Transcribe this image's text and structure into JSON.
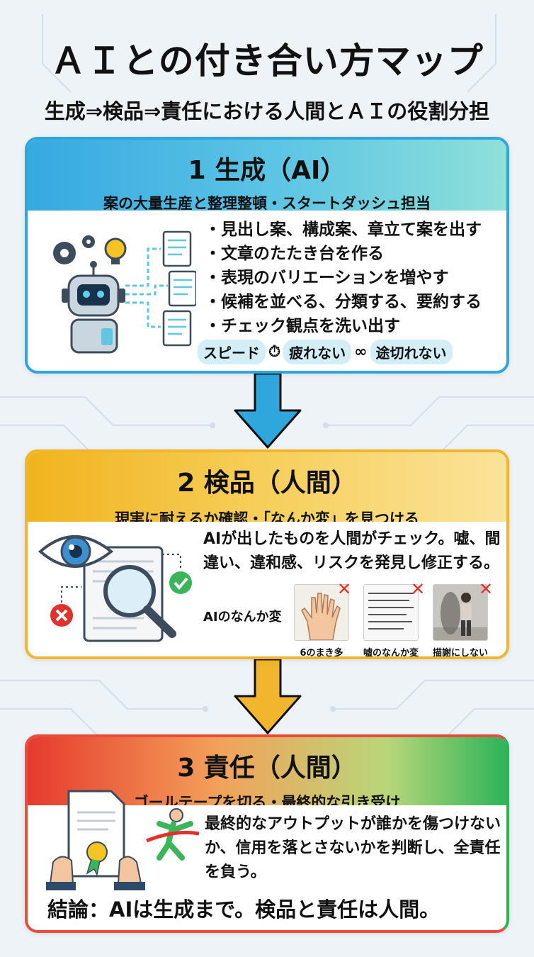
{
  "title": "ＡＩとの付き合い方マップ",
  "subtitle": "生成⇒検品⇒責任における人間とＡＩの役割分担",
  "colors": {
    "blue": "#2fa6dc",
    "yellow": "#f2b52e",
    "red": "#e63a2e",
    "green": "#2db35a"
  },
  "step1": {
    "title": "1 生成（AI）",
    "subtitle": "案の大量生産と整理整頓・スタートダッシュ担当",
    "bullets": [
      "・見出し案、構成案、章立て案を出す",
      "・文章のたたき台を作る",
      "・表現のバリエーションを増やす",
      "・候補を並べる、分類する、要約する",
      "・チェック観点を洗い出す"
    ],
    "tags": [
      "スピード",
      "疲れない",
      "途切れない"
    ],
    "tag_icons": [
      "stopwatch-icon",
      "infinity-icon"
    ],
    "illustration": "robot-documents-icon"
  },
  "step2": {
    "title": "2 検品（人間）",
    "subtitle": "現実に耐えるか確認・「なんか変」を見つける",
    "description": "AIが出したものを人間がチェック。嘘、間違い、違和感、リスクを発見し修正する。",
    "note": "AIのなんか変",
    "examples": [
      "6のまき多",
      "嘘のなんか変",
      "描謝にしない"
    ],
    "illustration": "eye-magnifier-document-icon"
  },
  "step3": {
    "title": "3 責任（人間）",
    "subtitle": "ゴールテープを切る・最終的な引き受け",
    "description": "最終的なアウトプットが誰かを傷つけないか、信用を落とさないかを判断し、全責任を負う。",
    "conclusion": "結論：AIは生成まで。検品と責任は人間。",
    "illustration": "certificate-finish-line-icon"
  }
}
